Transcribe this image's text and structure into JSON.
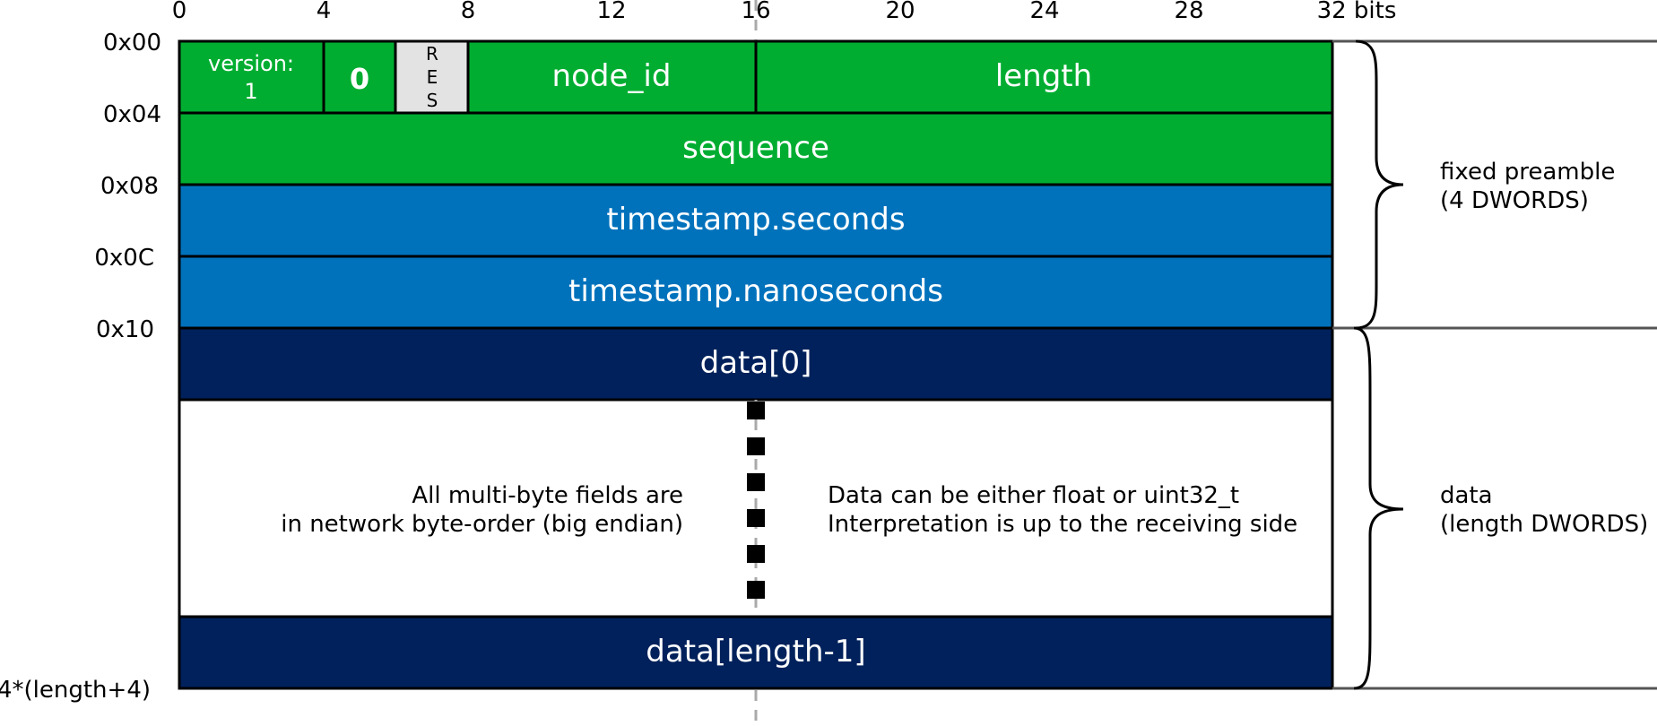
{
  "colors": {
    "green": "#00AD31",
    "blue": "#0072BC",
    "navy": "#00215B",
    "reserved": "#E3E3E3",
    "border": "#000000",
    "guide": "#AAAAAA"
  },
  "bit_axis": [
    "0",
    "4",
    "8",
    "12",
    "16",
    "20",
    "24",
    "28",
    "32 bits"
  ],
  "offsets": [
    "0x00",
    "0x04",
    "0x08",
    "0x0C",
    "0x10",
    "4*(length+4)"
  ],
  "fields": {
    "version_line1": "version:",
    "version_line2": "1",
    "zero": "0",
    "res_r": "R",
    "res_e": "E",
    "res_s": "S",
    "node_id": "node_id",
    "length": "length",
    "sequence": "sequence",
    "ts_seconds": "timestamp.seconds",
    "ts_nanoseconds": "timestamp.nanoseconds",
    "data_first": "data[0]",
    "data_last": "data[length-1]"
  },
  "notes": {
    "left_line1": "All multi-byte fields are",
    "left_line2": "in network byte-order (big endian)",
    "right_line1": "Data can be either float or uint32_t",
    "right_line2": "Interpretation is up to the receiving side"
  },
  "sections": {
    "preamble_line1": "fixed preamble",
    "preamble_line2": "(4 DWORDS)",
    "data_line1": "data",
    "data_line2": "(length DWORDS)"
  }
}
